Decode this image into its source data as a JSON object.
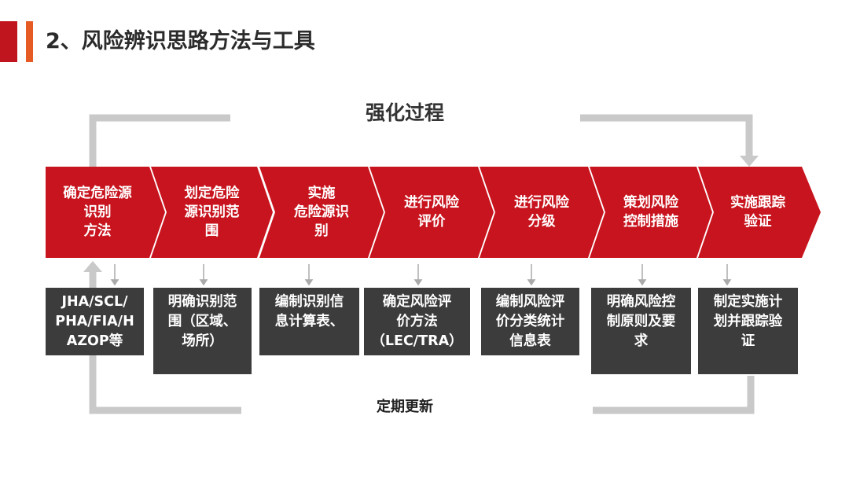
{
  "slide": {
    "title": "2、风险辨识思路方法与工具"
  },
  "loops": {
    "top_label": "强化过程",
    "bottom_label": "定期更新"
  },
  "steps": [
    {
      "label": "确定危险源\n识别\n方法",
      "detail": "JHA/SCL/\nPHA/FIA/H\nAZOP等"
    },
    {
      "label": "划定危险\n源识别范\n围",
      "detail": "明确识别范\n围（区域、\n场所）"
    },
    {
      "label": "实施\n危险源识\n别",
      "detail": "编制识别信\n息计算表、"
    },
    {
      "label": "进行风险\n评价",
      "detail": "确定风险评\n价方法\n（LEC/TRA）"
    },
    {
      "label": "进行风险\n分级",
      "detail": "编制风险评\n价分类统计\n信息表"
    },
    {
      "label": "策划风险\n控制措施",
      "detail": "明确风险控\n制原则及要\n求"
    },
    {
      "label": "实施跟踪\n验证",
      "detail": "制定实施计\n划并跟踪验\n证"
    }
  ],
  "colors": {
    "chevron": "#c8141e",
    "detail_box": "#3c3c3c",
    "connector": "#c9c9c9",
    "title_accent": "#e65a24"
  }
}
